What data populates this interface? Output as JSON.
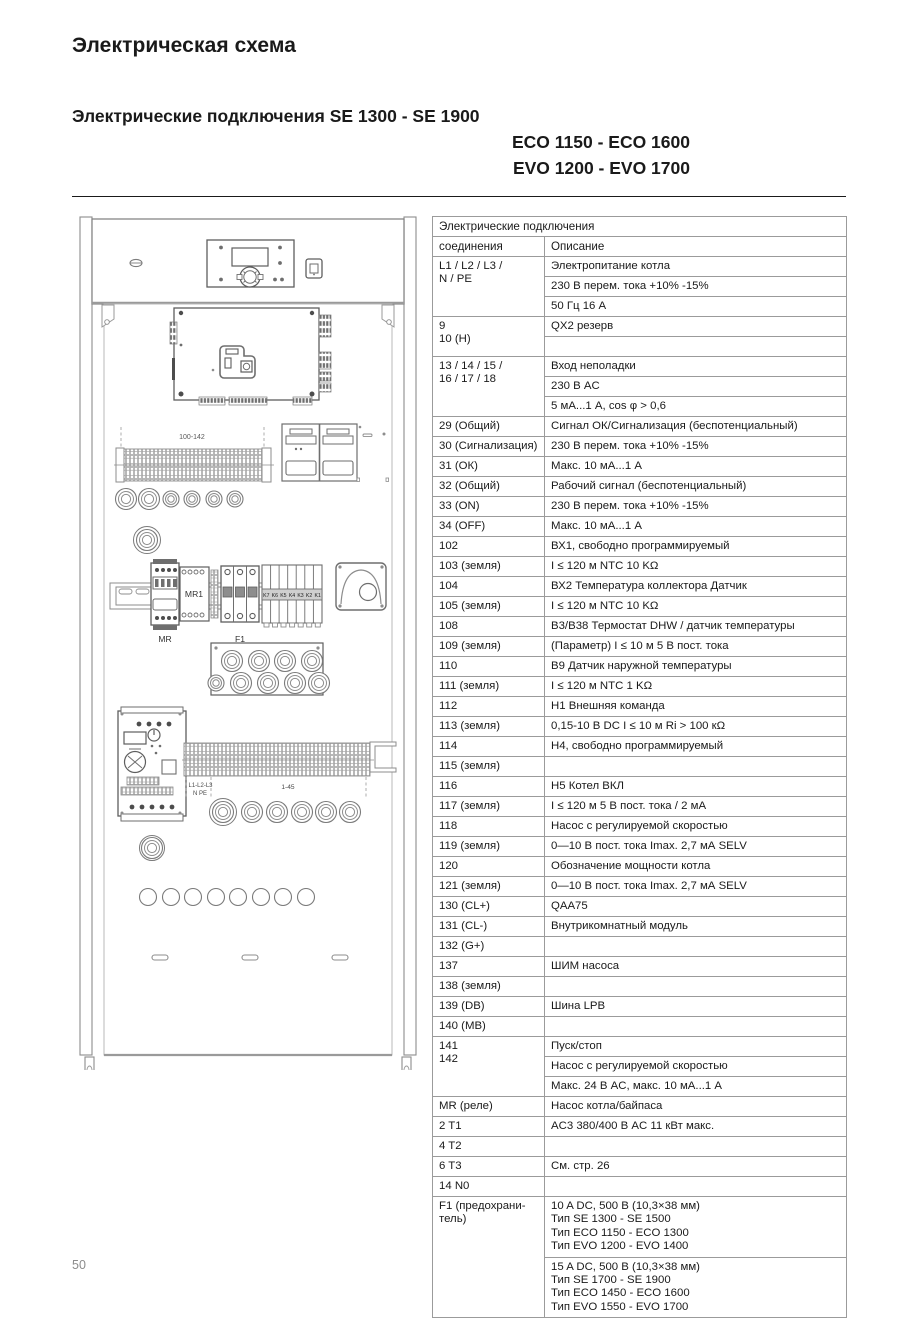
{
  "document": {
    "section_title": "Электрическая схема",
    "subtitle_lead": "Электрические подключения SE 1300 - SE 1900",
    "subtitle_line2": "ECO 1150 - ECO 1600",
    "subtitle_line3": "EVO 1200 - EVO 1700",
    "page_number": "50"
  },
  "drawing": {
    "caption_terminals_top": "100-142",
    "caption_terminals_power": "L1-L2-L3\nN PE",
    "caption_terminals_bottom": "1-45",
    "label_mr": "MR",
    "label_mr1": "MR1",
    "label_f1": "F1",
    "relays": [
      "K7",
      "K6",
      "K5",
      "K4",
      "K3",
      "K2",
      "K1"
    ]
  },
  "table": {
    "title": "Электрические подключения",
    "columns": [
      "соединения",
      "Описание"
    ],
    "rows": [
      {
        "terminals": "L1 / L2 / L3 /\nN / PE",
        "span": 3,
        "descriptions": [
          "Электропитание котла",
          "230 В перем. тока +10% -15%",
          "50 Гц 16 А"
        ]
      },
      {
        "terminals": "9\n10 (H)",
        "span": 2,
        "descriptions": [
          "QX2 резерв",
          ""
        ]
      },
      {
        "terminals": "13 / 14 / 15 /\n16 / 17  / 18",
        "span": 3,
        "descriptions": [
          "Вход неполадки",
          "230 В AC",
          "5 мА...1 А, cos φ > 0,6"
        ]
      },
      {
        "terminals_multi": [
          "29 (Общий)",
          "30 (Сигнализация)",
          "31 (ОК)"
        ],
        "descriptions": [
          "Сигнал ОК/Сигнализация (беспотенциальный)",
          "230 В перем. тока +10% -15%",
          "Макс. 10 мА...1 А"
        ]
      },
      {
        "terminals_multi": [
          "32 (Общий)",
          "33 (ON)",
          "34 (OFF)"
        ],
        "descriptions": [
          "Рабочий сигнал (беспотенциальный)",
          "230 В перем. тока +10% -15%",
          "Макс. 10 мА...1 А"
        ]
      },
      {
        "terminals_multi": [
          "102",
          "103 (земля)"
        ],
        "descriptions": [
          "ВХ1, свободно программируемый",
          "I ≤ 120 м  NTC 10 KΩ"
        ]
      },
      {
        "terminals_multi": [
          "104",
          "105 (земля)"
        ],
        "descriptions": [
          "ВХ2 Температура коллектора Датчик",
          "I ≤ 120 м  NTC 10 KΩ"
        ]
      },
      {
        "terminals_multi": [
          "108",
          "109 (земля)"
        ],
        "descriptions": [
          "B3/B38 Термостат DHW / датчик температуры",
          "(Параметр) I ≤ 10 м 5 В пост. тока"
        ]
      },
      {
        "terminals_multi": [
          "110",
          "111 (земля)"
        ],
        "descriptions": [
          "B9 Датчик наружной температуры",
          "I ≤ 120 м  NTC 1 KΩ"
        ]
      },
      {
        "terminals_multi": [
          "112",
          "113 (земля)"
        ],
        "descriptions": [
          "H1 Внешняя команда",
          "0,15-10 В DC I ≤ 10 м Ri > 100 кΩ"
        ]
      },
      {
        "terminals_multi": [
          "114",
          "115 (земля)"
        ],
        "descriptions": [
          "H4, свободно программируемый",
          ""
        ]
      },
      {
        "terminals_multi": [
          "116",
          "117 (земля)"
        ],
        "descriptions": [
          "H5 Котел ВКЛ",
          "I ≤ 120 м 5 В пост. тока / 2 мА"
        ]
      },
      {
        "terminals_multi": [
          "118",
          "119 (земля)"
        ],
        "descriptions": [
          "Насос с регулируемой скоростью",
          "0—10 В пост. тока Imax. 2,7 мА SELV"
        ]
      },
      {
        "terminals_multi": [
          "120",
          "121 (земля)"
        ],
        "descriptions": [
          "Обозначение мощности котла",
          "0—10 В пост. тока Imax. 2,7 мА SELV"
        ]
      },
      {
        "terminals_multi": [
          "130 (CL+)",
          "131 (CL-)",
          "132 (G+)"
        ],
        "descriptions": [
          "QAA75",
          "Внутрикомнатный модуль",
          ""
        ]
      },
      {
        "terminals_multi": [
          "137",
          "138 (земля)"
        ],
        "descriptions": [
          "ШИМ насоса",
          ""
        ]
      },
      {
        "terminals_multi": [
          "139 (DB)",
          "140 (MB)"
        ],
        "descriptions": [
          "Шина LPB",
          ""
        ]
      },
      {
        "terminals": "141\n142",
        "span": 3,
        "descriptions": [
          "Пуск/стоп",
          "Насос с регулируемой скоростью",
          "Макс. 24 В AC, макс. 10 мА...1 А"
        ]
      },
      {
        "terminals_multi": [
          "MR (реле)"
        ],
        "descriptions": [
          "Насос котла/байпаса"
        ]
      },
      {
        "terminals_multi": [
          "2 T1",
          "4 T2"
        ],
        "descriptions": [
          "AC3 380/400 В AC 11 кВт макс.",
          ""
        ]
      },
      {
        "terminals_multi": [
          "6 T3",
          "14 N0"
        ],
        "descriptions": [
          "См. стр. 26",
          ""
        ]
      },
      {
        "terminals": "F1 (предохрани-\nтель)",
        "span": 2,
        "descriptions": [
          "10 A DC, 500 В (10,3×38 мм)\nТип SE 1300 - SE 1500\nТип ECO 1150 - ECO 1300\nТип EVO 1200 - EVO 1400",
          "15 A DC, 500 В (10,3×38 мм)\nТип SE 1700 - SE 1900\nТип ECO 1450 - ECO 1600\nТип EVO 1550 - EVO 1700"
        ]
      }
    ]
  }
}
